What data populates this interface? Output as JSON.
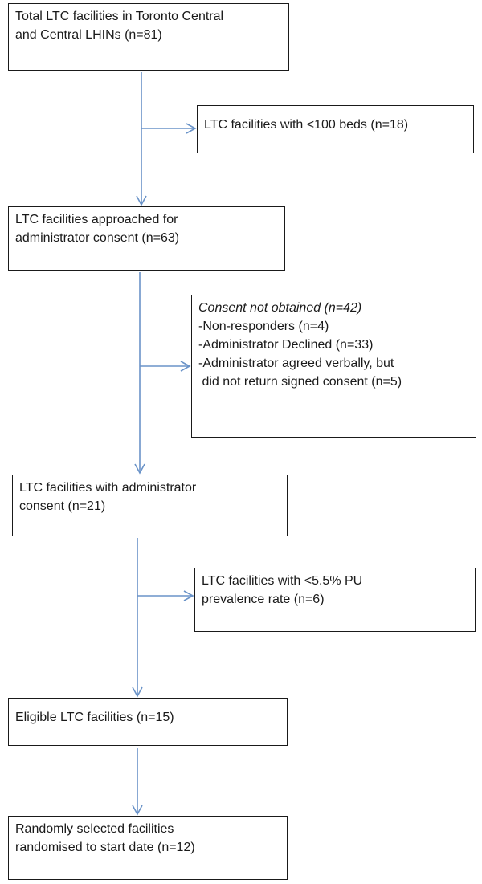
{
  "flowchart": {
    "total": {
      "lines": [
        "Total LTC facilities in Toronto Central",
        "and Central LHINs (n=81)"
      ]
    },
    "excluded_beds": {
      "lines": [
        "LTC facilities with <100 beds (n=18)"
      ]
    },
    "approached": {
      "lines": [
        "LTC facilities approached for",
        "administrator consent (n=63)"
      ]
    },
    "consent_not_obtained": {
      "heading": "Consent not obtained (n=42)",
      "lines": [
        "-Non-responders (n=4)",
        "-Administrator Declined (n=33)",
        "-Administrator agreed verbally, but",
        " did not return signed consent (n=5)"
      ]
    },
    "with_consent": {
      "lines": [
        "LTC facilities with administrator",
        "consent (n=21)"
      ]
    },
    "excluded_prevalence": {
      "lines": [
        "LTC facilities with <5.5% PU",
        "prevalence rate (n=6)"
      ]
    },
    "eligible": {
      "lines": [
        "Eligible LTC facilities (n=15)"
      ]
    },
    "randomised": {
      "lines": [
        "Randomly selected facilities",
        "randomised to start date (n=12)"
      ]
    }
  },
  "colors": {
    "connector": "#6a93c8",
    "border": "#1a1a1a"
  }
}
